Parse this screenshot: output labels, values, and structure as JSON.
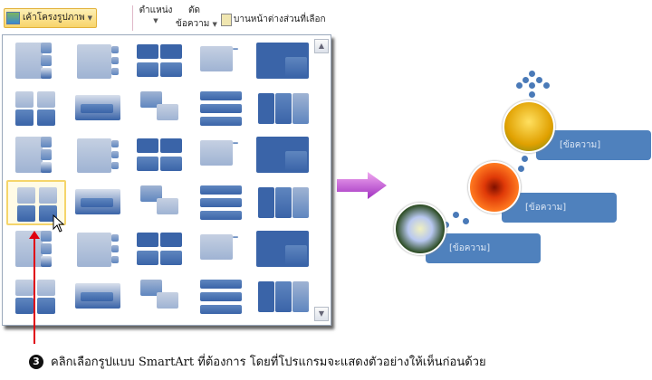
{
  "ribbon": {
    "layout_label": "เค้าโครงรูปภาพ",
    "position_label": "ตำแหน่ง",
    "wrap_label_1": "ตัด",
    "wrap_label_2": "ข้อความ",
    "selection_pane_label": "บานหน้าต่างส่วนที่เลือก"
  },
  "gallery": {
    "columns": 5,
    "rows": 6,
    "selected_row": 4,
    "selected_col": 1
  },
  "preview": {
    "items": [
      {
        "text": "[ข้อความ]",
        "color": "#f0c020"
      },
      {
        "text": "[ข้อความ]",
        "color": "#e04a10"
      },
      {
        "text": "[ข้อความ]",
        "color": "#b8c8e8"
      }
    ],
    "accent": "#4f81bd"
  },
  "caption": {
    "number": "3",
    "text": "คลิกเลือกรูปแบบ SmartArt ที่ต้องการ โดยที่โปรแกรมจะแสดงตัวอย่างให้เห็นก่อนด้วย"
  }
}
